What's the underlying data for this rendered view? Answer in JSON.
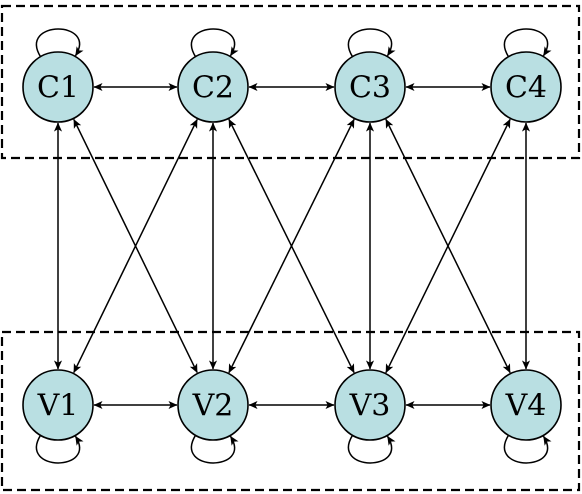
{
  "groups": [
    {
      "id": "top",
      "nodes": [
        "C1",
        "C2",
        "C3",
        "C4"
      ]
    },
    {
      "id": "bottom",
      "nodes": [
        "V1",
        "V2",
        "V3",
        "V4"
      ]
    }
  ],
  "nodes": [
    {
      "id": "C1",
      "label": "C1",
      "self_loop": true
    },
    {
      "id": "C2",
      "label": "C2",
      "self_loop": true
    },
    {
      "id": "C3",
      "label": "C3",
      "self_loop": true
    },
    {
      "id": "C4",
      "label": "C4",
      "self_loop": true
    },
    {
      "id": "V1",
      "label": "V1",
      "self_loop": true
    },
    {
      "id": "V2",
      "label": "V2",
      "self_loop": true
    },
    {
      "id": "V3",
      "label": "V3",
      "self_loop": true
    },
    {
      "id": "V4",
      "label": "V4",
      "self_loop": true
    }
  ],
  "edges": [
    {
      "from": "C1",
      "to": "C2",
      "bidirectional": true
    },
    {
      "from": "C2",
      "to": "C3",
      "bidirectional": true
    },
    {
      "from": "C3",
      "to": "C4",
      "bidirectional": true
    },
    {
      "from": "V1",
      "to": "V2",
      "bidirectional": true
    },
    {
      "from": "V2",
      "to": "V3",
      "bidirectional": true
    },
    {
      "from": "V3",
      "to": "V4",
      "bidirectional": true
    },
    {
      "from": "C1",
      "to": "V1",
      "bidirectional": true
    },
    {
      "from": "C1",
      "to": "V2",
      "bidirectional": true
    },
    {
      "from": "C2",
      "to": "V1",
      "bidirectional": true
    },
    {
      "from": "C2",
      "to": "V2",
      "bidirectional": true
    },
    {
      "from": "C2",
      "to": "V3",
      "bidirectional": true
    },
    {
      "from": "C3",
      "to": "V2",
      "bidirectional": true
    },
    {
      "from": "C3",
      "to": "V3",
      "bidirectional": true
    },
    {
      "from": "C3",
      "to": "V4",
      "bidirectional": true
    },
    {
      "from": "C4",
      "to": "V3",
      "bidirectional": true
    },
    {
      "from": "C4",
      "to": "V4",
      "bidirectional": true
    }
  ],
  "colors": {
    "node_fill": "#b9dfe2",
    "node_stroke": "#000000",
    "edge": "#000000"
  }
}
